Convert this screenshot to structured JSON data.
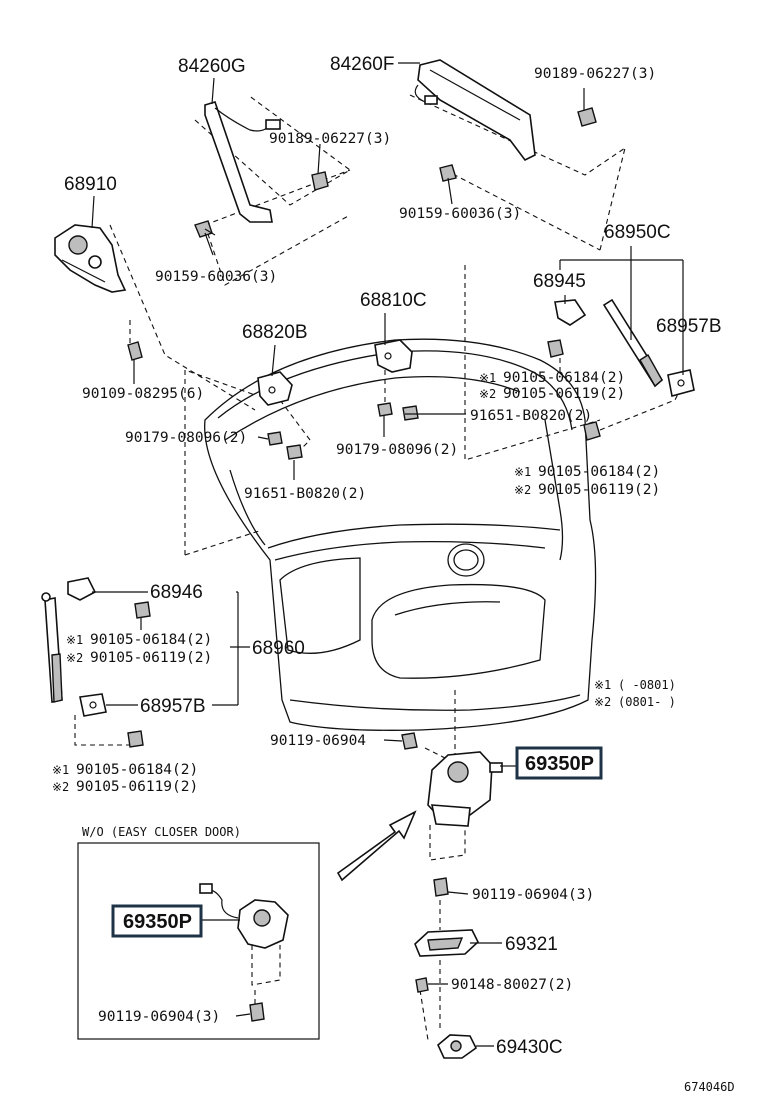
{
  "parts": {
    "p84260G": "84260G",
    "p84260F": "84260F",
    "p90189a": "90189-06227(3)",
    "p90189b": "90189-06227(3)",
    "p90159a": "90159-60036(3)",
    "p90159b": "90159-60036(3)",
    "p68910": "68910",
    "p90109": "90109-08295(6)",
    "p68950C": "68950C",
    "p68945": "68945",
    "p68957Ba": "68957B",
    "p68810C": "68810C",
    "p68820B": "68820B",
    "p90105a1": "90105-06184(2)",
    "p90105a2": "90105-06119(2)",
    "p91651a": "91651-B0820(2)",
    "p90179a": "90179-08096(2)",
    "p90179b": "90179-08096(2)",
    "p91651b": "91651-B0820(2)",
    "p90105b1": "90105-06184(2)",
    "p90105b2": "90105-06119(2)",
    "p68946": "68946",
    "p90105c1": "90105-06184(2)",
    "p90105c2": "90105-06119(2)",
    "p68960": "68960",
    "p68957Bb": "68957B",
    "p90105d1": "90105-06184(2)",
    "p90105d2": "90105-06119(2)",
    "p90119a": "90119-06904",
    "p69350Pa": "69350P",
    "p90119b": "90119-06904(3)",
    "p69321": "69321",
    "p90148": "90148-80027(2)",
    "p69430C": "69430C",
    "p69350Pb": "69350P",
    "p90119c": "90119-06904(3)"
  },
  "marks": {
    "m1": "※1",
    "m2": "※2"
  },
  "notes": {
    "range1_mark": "※1",
    "range1": "(     -0801)",
    "range2_mark": "※2",
    "range2": "(0801-     )",
    "inset_title": "W/O (EASY CLOSER DOOR)",
    "diagram_id": "674046D"
  }
}
